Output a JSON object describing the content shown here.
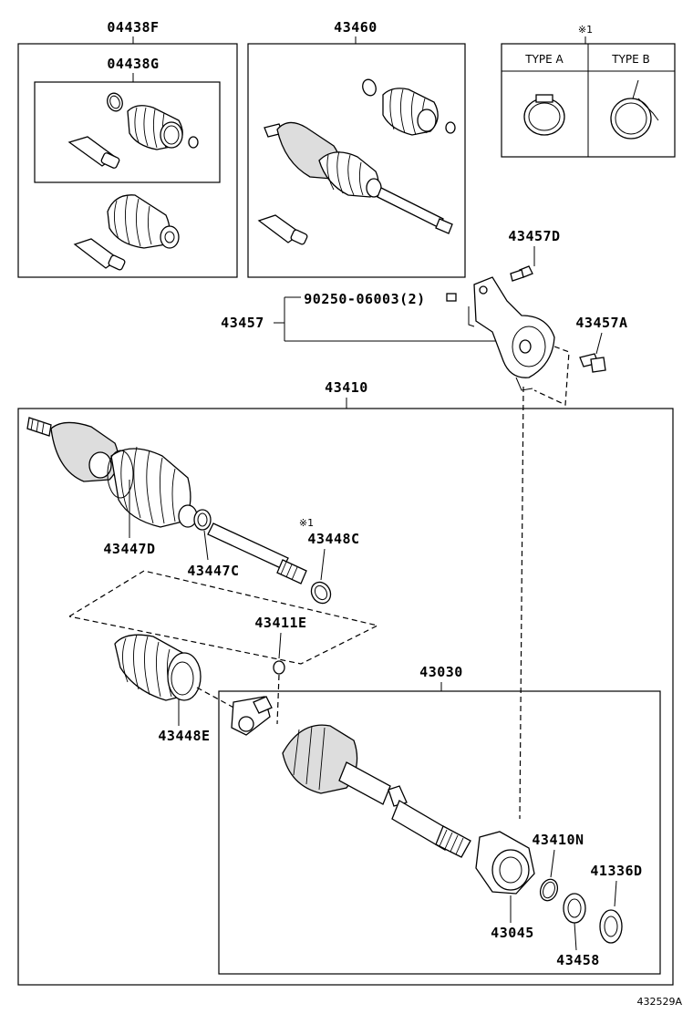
{
  "labels": {
    "kit_f": "04438F",
    "kit_g": "04438G",
    "shaft_assy": "43460",
    "bolt_d": "43457D",
    "bracket_note": "90250-06003(2)",
    "bracket": "43457",
    "bolt_a": "43457A",
    "drive_shaft": "43410",
    "boot_outer": "43447D",
    "clamp_outer": "43447C",
    "clamp_c": "43448C",
    "snap_ring_e": "43411E",
    "inner_joint": "43030",
    "boot_inner": "43448E",
    "ring_n": "43410N",
    "seal_d": "41336D",
    "bearing": "43045",
    "dust_seal": "43458",
    "diagram_id": "432529A"
  },
  "notes": {
    "ref_mark": "※1",
    "ref_mark_c": "※1"
  },
  "legend": {
    "type_a": "TYPE A",
    "type_b": "TYPE B"
  },
  "icons": [
    "boot-icon",
    "clamp-icon",
    "grease-tube-icon",
    "shaft-icon",
    "bracket-icon",
    "bolt-icon",
    "bearing-icon",
    "seal-icon",
    "snap-ring-icon",
    "tripod-icon"
  ]
}
